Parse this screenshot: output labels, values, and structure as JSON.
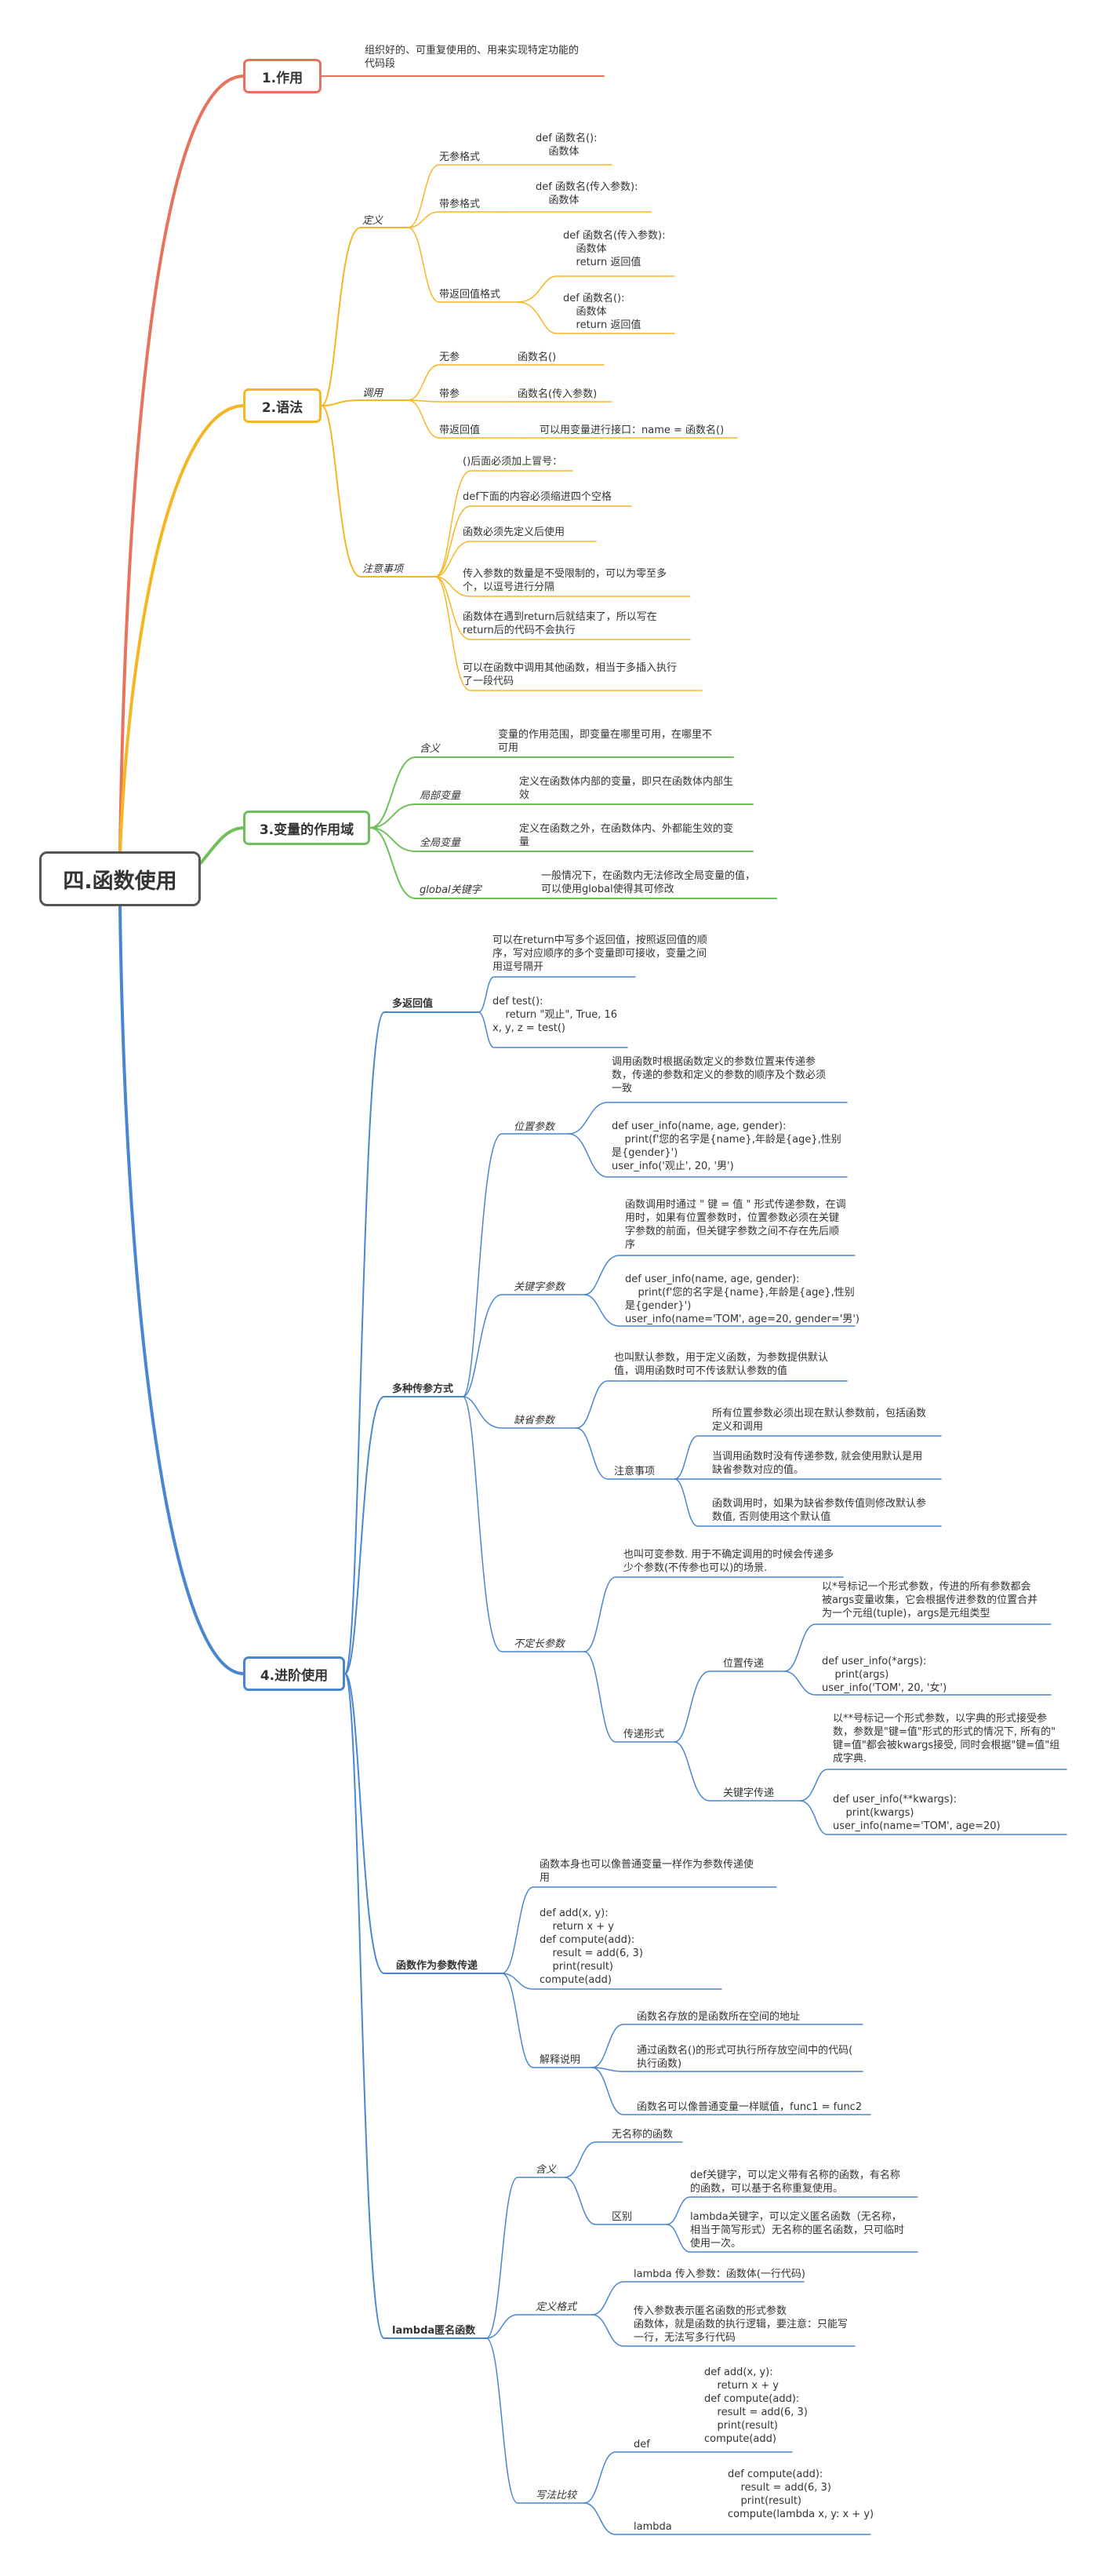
{
  "root": "四.函数使用",
  "b1": {
    "title": "1.作用",
    "desc": "组织好的、可重复使用的、用来实现特定功能的\n代码段"
  },
  "b2": {
    "title": "2.语法",
    "define": {
      "label": "定义",
      "no_param": {
        "label": "无参格式",
        "code": "def 函数名():\n    函数体"
      },
      "with_param": {
        "label": "带参格式",
        "code": "def 函数名(传入参数):\n    函数体"
      },
      "ret": {
        "label": "带返回值格式",
        "code1": "def 函数名(传入参数):\n    函数体\n    return 返回值",
        "code2": "def 函数名():\n    函数体\n    return 返回值"
      }
    },
    "call": {
      "label": "调用",
      "none": {
        "label": "无参",
        "code": "函数名()"
      },
      "param": {
        "label": "带参",
        "code": "函数名(传入参数)"
      },
      "ret": {
        "label": "带返回值",
        "code": "可以用变量进行接口：name = 函数名()"
      }
    },
    "notes": {
      "label": "注意事项",
      "items": [
        "()后面必须加上冒号：",
        "def下面的内容必须缩进四个空格",
        "函数必须先定义后使用",
        "传入参数的数量是不受限制的，可以为零至多\n个，以逗号进行分隔",
        "函数体在遇到return后就结束了，所以写在\nreturn后的代码不会执行",
        "可以在函数中调用其他函数，相当于多插入执行\n了一段代码"
      ]
    }
  },
  "b3": {
    "title": "3.变量的作用域",
    "items": [
      {
        "label": "含义",
        "desc": "变量的作用范围，即变量在哪里可用，在哪里不\n可用"
      },
      {
        "label": "局部变量",
        "desc": "定义在函数体内部的变量，即只在函数体内部生\n效"
      },
      {
        "label": "全局变量",
        "desc": "定义在函数之外，在函数体内、外都能生效的变\n量"
      },
      {
        "label": "global关键字",
        "desc": "一般情况下，在函数内无法修改全局变量的值，\n可以使用global使得其可修改"
      }
    ]
  },
  "b4": {
    "title": "4.进阶使用",
    "multi_ret": {
      "label": "多返回值",
      "desc": "可以在return中写多个返回值，按照返回值的顺\n序，写对应顺序的多个变量即可接收，变量之间\n用逗号隔开",
      "code": "def test():\n    return \"观止\", True, 16\nx, y, z = test()"
    },
    "pass": {
      "label": "多种传参方式",
      "positional": {
        "label": "位置参数",
        "desc": "调用函数时根据函数定义的参数位置来传递参\n数，传递的参数和定义的参数的顺序及个数必须\n一致",
        "code": "def user_info(name, age, gender):\n    print(f'您的名字是{name},年龄是{age},性别\n是{gender}')\nuser_info('观止', 20, '男')"
      },
      "keyword": {
        "label": "关键字参数",
        "desc": "函数调用时通过 \" 键 = 值 \" 形式传递参数，在调\n用时，如果有位置参数时，位置参数必须在关键\n字参数的前面，但关键字参数之间不存在先后顺\n序",
        "code": "def user_info(name, age, gender):\n    print(f'您的名字是{name},年龄是{age},性别\n是{gender}')\nuser_info(name='TOM', age=20, gender='男')"
      },
      "default": {
        "label": "缺省参数",
        "desc": "也叫默认参数，用于定义函数，为参数提供默认\n值，调用函数时可不传该默认参数的值",
        "notes_label": "注意事项",
        "notes": [
          "所有位置参数必须出现在默认参数前，包括函数\n定义和调用",
          "当调用函数时没有传递参数, 就会使用默认是用\n缺省参数对应的值。",
          "函数调用时，如果为缺省参数传值则修改默认参\n数值, 否则使用这个默认值"
        ]
      },
      "varargs": {
        "label": "不定长参数",
        "desc": "也叫可变参数. 用于不确定调用的时候会传递多\n少个参数(不传参也可以)的场景.",
        "form_label": "传递形式",
        "pos": {
          "label": "位置传递",
          "desc": "以*号标记一个形式参数，传进的所有参数都会\n被args变量收集，它会根据传进参数的位置合并\n为一个元组(tuple)，args是元组类型",
          "code": "def user_info(*args):\n    print(args)\nuser_info('TOM', 20, '女')"
        },
        "kw": {
          "label": "关键字传递",
          "desc": "以**号标记一个形式参数，以字典的形式接受参\n数，参数是\"键=值\"形式的形式的情况下, 所有的\"\n键=值\"都会被kwargs接受, 同时会根据\"键=值\"组\n成字典.",
          "code": "def user_info(**kwargs):\n    print(kwargs)\nuser_info(name='TOM', age=20)"
        }
      }
    },
    "func_param": {
      "label": "函数作为参数传递",
      "desc": "函数本身也可以像普通变量一样作为参数传递使\n用",
      "code": "def add(x, y):\n    return x + y\ndef compute(add):\n    result = add(6, 3)\n    print(result)\ncompute(add)",
      "explain_label": "解释说明",
      "explain": [
        "函数名存放的是函数所在空间的地址",
        "通过函数名()的形式可执行所存放空间中的代码(\n执行函数)",
        "函数名可以像普通变量一样赋值，func1 = func2"
      ]
    },
    "lambda": {
      "label": "lambda匿名函数",
      "meaning": {
        "label": "含义",
        "desc": "无名称的函数",
        "diff_label": "区别",
        "diff": [
          "def关键字，可以定义带有名称的函数，有名称\n的函数，可以基于名称重复使用。",
          "lambda关键字，可以定义匿名函数（无名称，\n相当于简写形式）无名称的匿名函数，只可临时\n使用一次。"
        ]
      },
      "define": {
        "label": "定义格式",
        "syntax": "lambda 传入参数：函数体(一行代码)",
        "desc": "传入参数表示匿名函数的形式参数\n函数体，就是函数的执行逻辑，要注意：只能写\n一行，无法写多行代码"
      },
      "compare": {
        "label": "写法比较",
        "def_label": "def",
        "def_code": "def add(x, y):\n    return x + y\ndef compute(add):\n    result = add(6, 3)\n    print(result)\ncompute(add)",
        "lambda_label": "lambda",
        "lambda_code": "def compute(add):\n    result = add(6, 3)\n    print(result)\ncompute(lambda x, y: x + y)"
      }
    }
  }
}
